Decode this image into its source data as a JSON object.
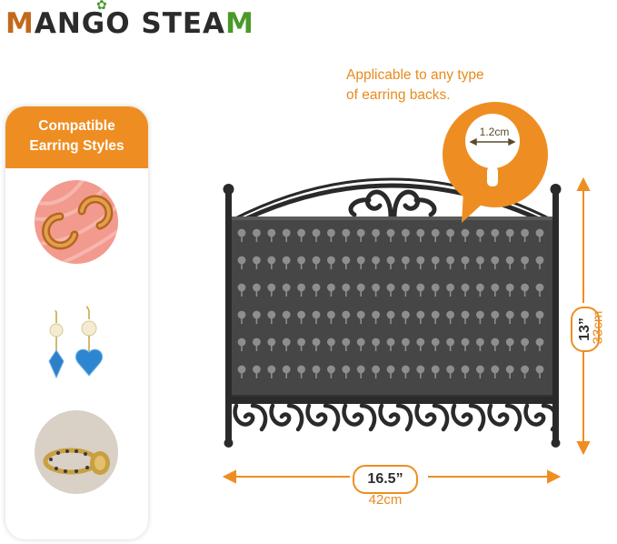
{
  "brand": {
    "part1": "M",
    "part2": "ANGO STEA",
    "part3": "M"
  },
  "callout": {
    "line1": "Applicable to any type",
    "line2": "of earring backs."
  },
  "panel": {
    "title_line1": "Compatible",
    "title_line2": "Earring Styles"
  },
  "pin_label": "1.2cm",
  "dimensions": {
    "width_in": "16.5”",
    "width_cm": "42cm",
    "height_in": "13”",
    "height_cm": "33cm"
  },
  "colors": {
    "accent": "#ee8e22",
    "board": "#464646",
    "frame": "#2a2a2a",
    "brand_orange": "#c06a1c",
    "brand_green": "#4a9a2a"
  }
}
